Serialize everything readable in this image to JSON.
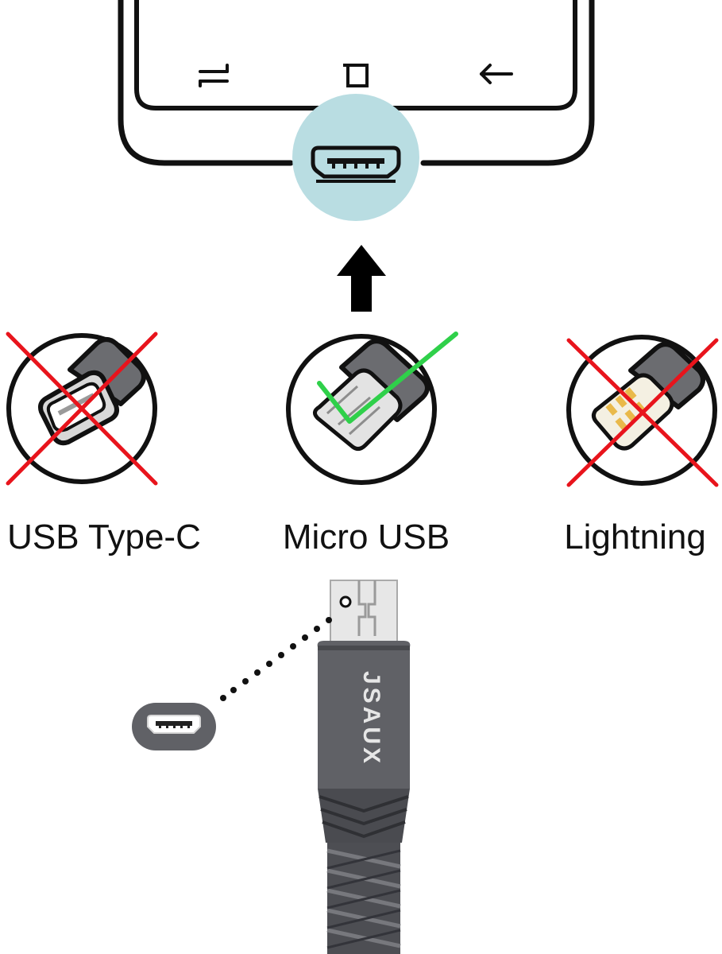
{
  "labels": {
    "usb_type_c": "USB Type-C",
    "micro_usb": "Micro USB",
    "lightning": "Lightning"
  },
  "brand": "JSAUX",
  "colors": {
    "outline": "#111111",
    "cross": "#e8141c",
    "check": "#2fd04a",
    "port_highlight": "#b9dde2",
    "cable": "#5d5e63",
    "cable_dark": "#3c3d41",
    "connector_metal": "#d9d9d9"
  },
  "icons": {
    "recent_apps": "recent-apps-icon",
    "home": "home-icon",
    "back": "back-icon",
    "arrow_up": "arrow-up-icon"
  }
}
